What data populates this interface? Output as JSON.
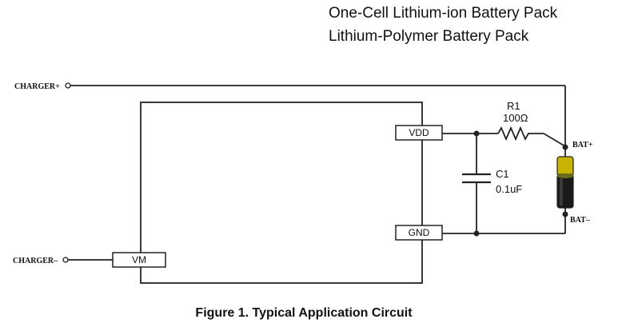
{
  "header": {
    "line1": "One-Cell Lithium-ion Battery Pack",
    "line2": "Lithium-Polymer Battery Pack"
  },
  "terminals": {
    "charger_plus": "CHARGER+",
    "charger_minus": "CHARGER–"
  },
  "pins": {
    "vdd": "VDD",
    "gnd": "GND",
    "vm": "VM"
  },
  "resistor": {
    "name": "R1",
    "value": "100Ω"
  },
  "capacitor": {
    "name": "C1",
    "value": "0.1uF"
  },
  "battery": {
    "plus": "BAT+",
    "minus": "BAT–",
    "colors": {
      "cap": "#c8b400",
      "body": "#1a1a1a"
    }
  },
  "caption": "Figure 1.  Typical Application Circuit"
}
